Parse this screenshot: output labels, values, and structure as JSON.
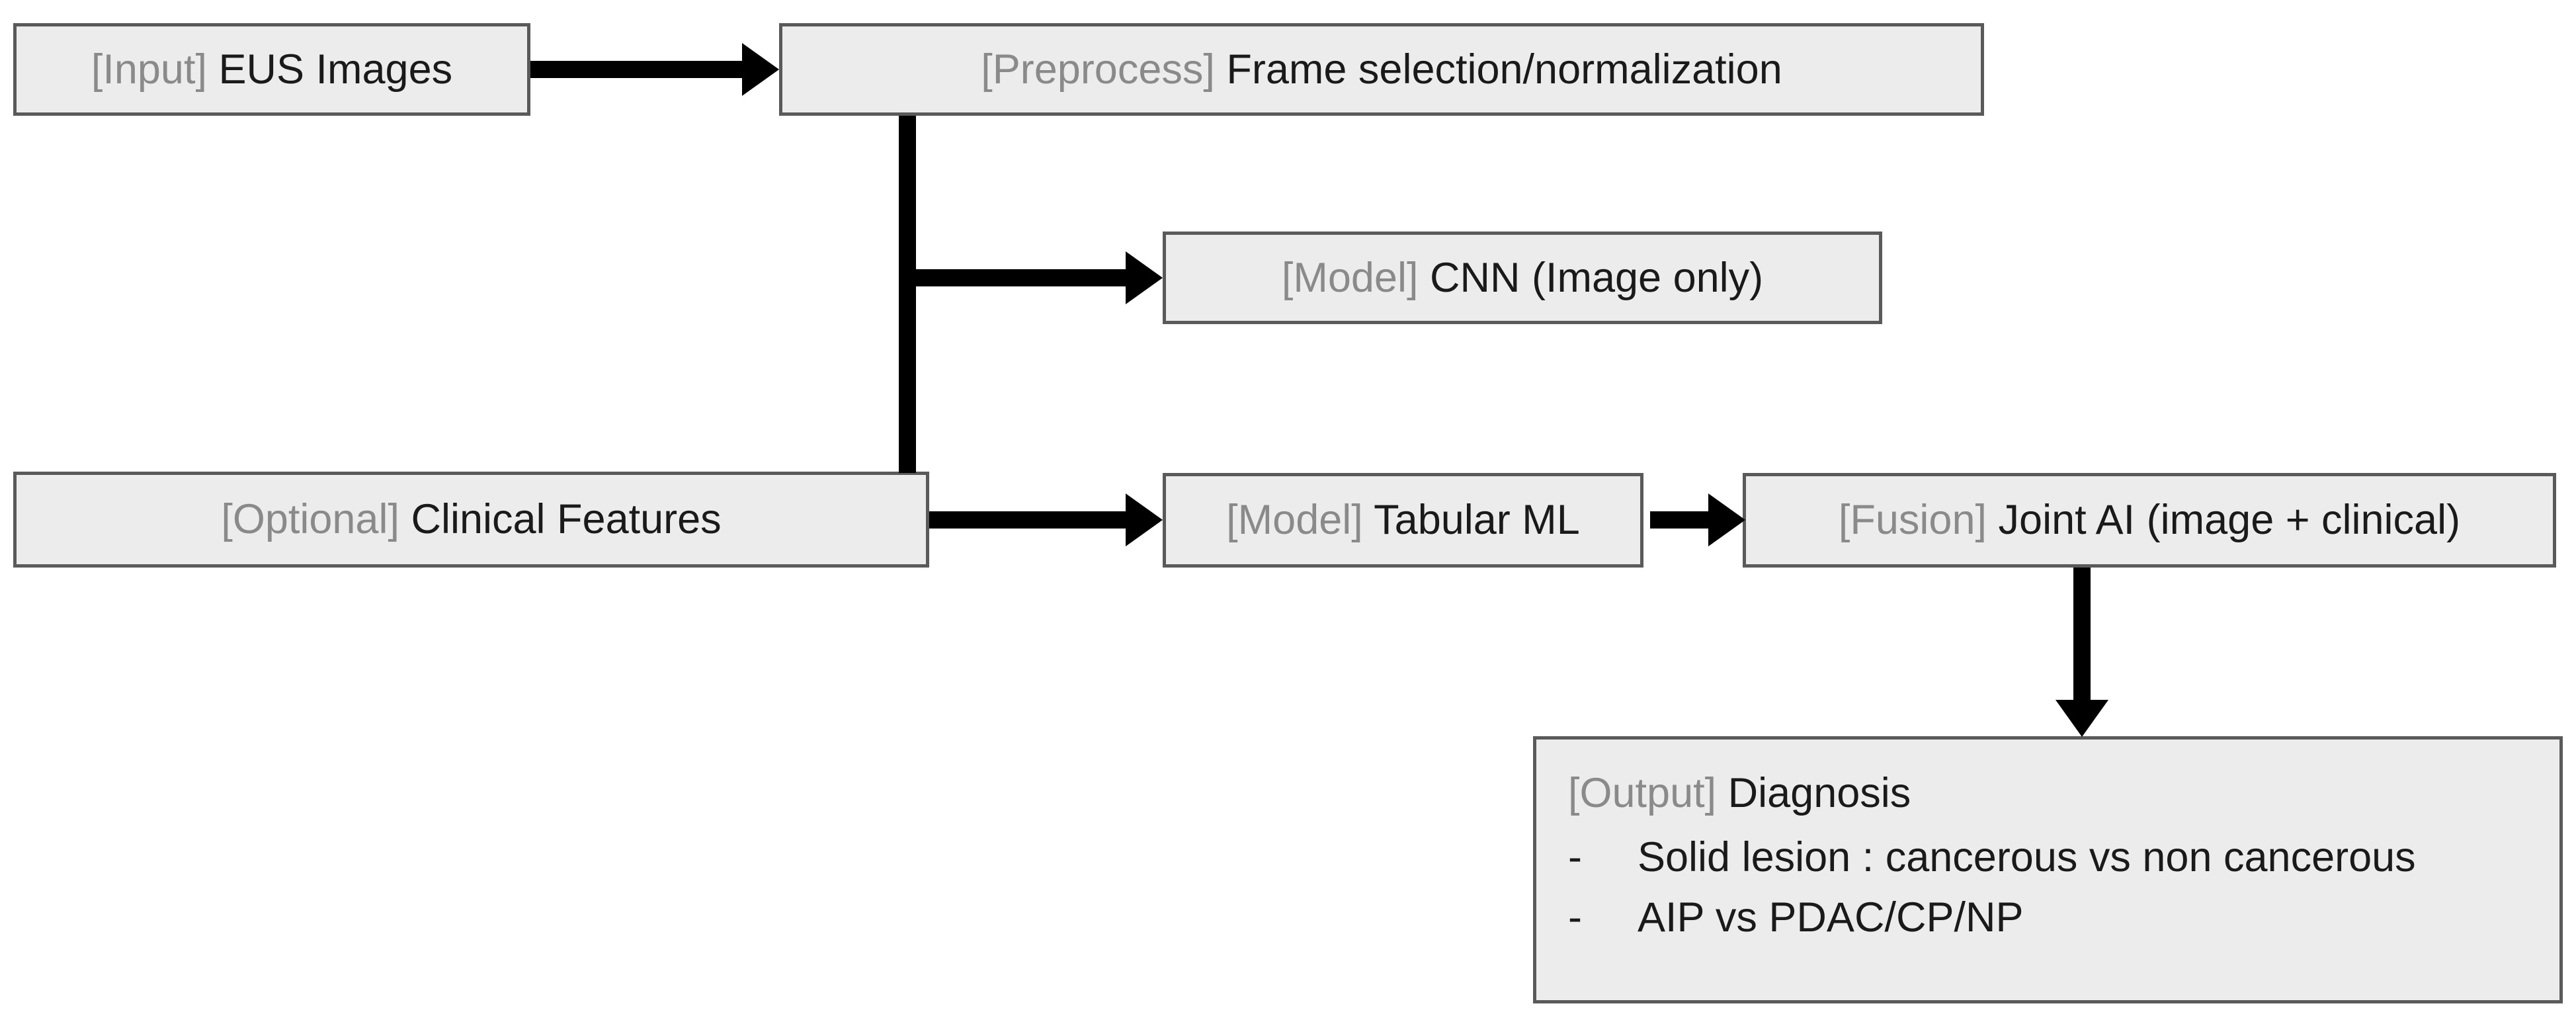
{
  "diagram": {
    "title": "EUS AI pipeline flowchart",
    "colors": {
      "node_fill": "#ececec",
      "node_border": "#5a5a5a",
      "connector": "#000000",
      "tag_text": "#8a8a8a",
      "body_text": "#1a1a1a",
      "background": "#ffffff"
    },
    "nodes": {
      "input": {
        "tag": "[Input]",
        "text": "EUS Images"
      },
      "preprocess": {
        "tag": "[Preprocess]",
        "text": "Frame selection/normalization"
      },
      "cnn": {
        "tag": "[Model]",
        "text": "CNN (Image only)"
      },
      "clinical": {
        "tag": "[Optional]",
        "text": "Clinical Features"
      },
      "tabular": {
        "tag": "[Model]",
        "text": "Tabular ML"
      },
      "fusion": {
        "tag": "[Fusion]",
        "text": "Joint AI (image + clinical)"
      },
      "output": {
        "tag": "[Output]",
        "text": "Diagnosis",
        "bullets": [
          {
            "marker": "-",
            "text": "Solid lesion : cancerous vs non cancerous"
          },
          {
            "marker": "-",
            "text": "AIP vs PDAC/CP/NP"
          }
        ]
      }
    },
    "edges": [
      {
        "from": "input",
        "to": "preprocess",
        "direction": "right"
      },
      {
        "from": "preprocess",
        "to": "cnn",
        "direction": "right"
      },
      {
        "from": "preprocess",
        "to": "clinical",
        "direction": "down"
      },
      {
        "from": "clinical",
        "to": "tabular",
        "direction": "right"
      },
      {
        "from": "tabular",
        "to": "fusion",
        "direction": "right"
      },
      {
        "from": "fusion",
        "to": "output",
        "direction": "down"
      }
    ]
  }
}
